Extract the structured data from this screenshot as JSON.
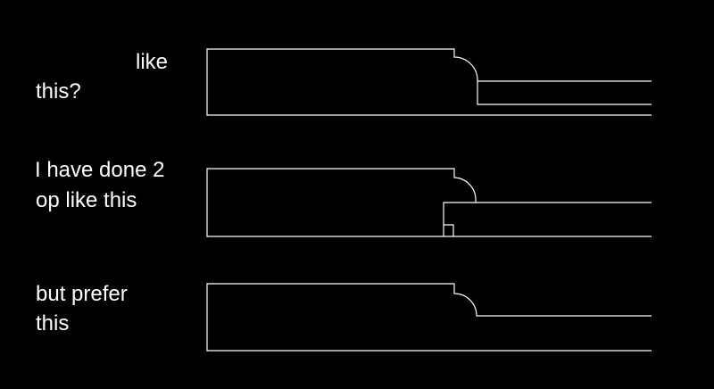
{
  "colors": {
    "background": "#000000",
    "line": "#ffffff",
    "text": "#ffffff"
  },
  "labels": {
    "first_line1": "like",
    "first_line2": "this?",
    "second_line1": "I have done 2",
    "second_line2": "op like this",
    "third_line1": "but prefer",
    "third_line2": "this"
  }
}
